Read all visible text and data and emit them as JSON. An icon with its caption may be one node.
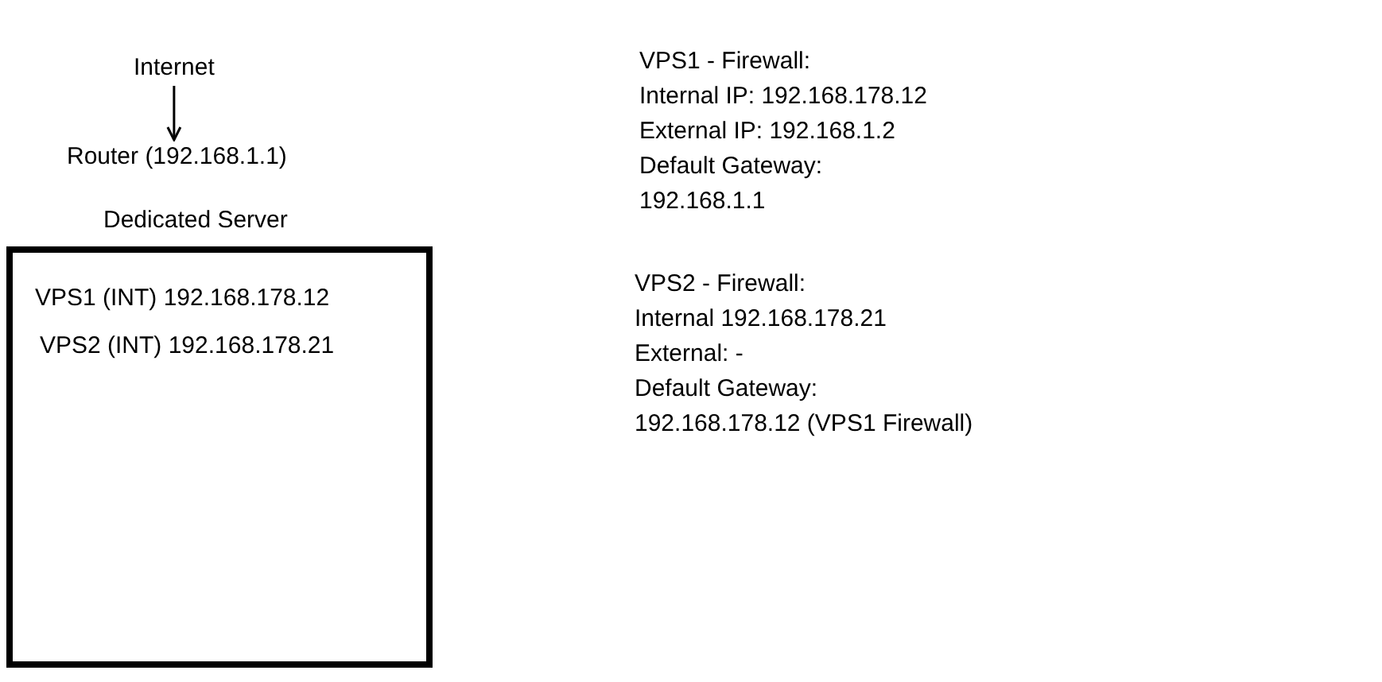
{
  "diagram": {
    "nodes": [
      {
        "text": [
          "Internet"
        ]
      },
      {
        "text": [
          "Router (192.168.1.1)"
        ]
      },
      {
        "text": [
          "Dedicated Server",
          "VPS1 (INT) 192.168.178.12",
          "VPS2 (INT) 192.168.178.21"
        ]
      }
    ],
    "edges": [
      {
        "from": 0,
        "to": 1,
        "arrow": "to"
      }
    ],
    "labels": [
      "VPS1 - Firewall:",
      "Internal IP: 192.168.178.12",
      "External IP: 192.168.1.2",
      "Default Gateway:",
      "192.168.1.1",
      "VPS2 - Firewall:",
      "Internal 192.168.178.21",
      "External: -",
      "Default Gateway:",
      "192.168.178.12 (VPS1 Firewall)"
    ]
  }
}
